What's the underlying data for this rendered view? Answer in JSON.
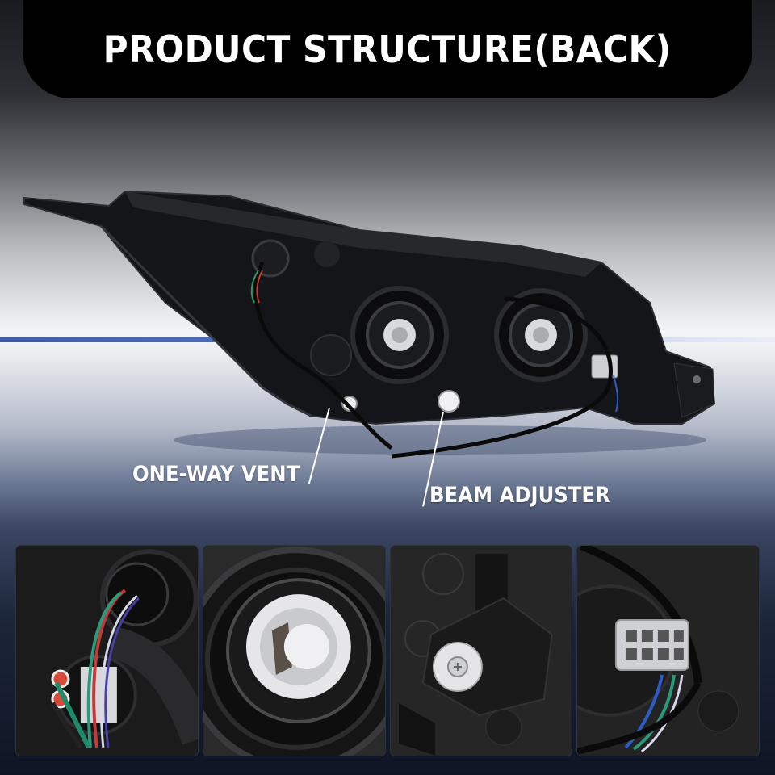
{
  "header": {
    "title": "PRODUCT STRUCTURE(BACK)"
  },
  "product": {
    "subject": "headlight-assembly-rear-view",
    "callouts": [
      {
        "id": "one-way-vent",
        "label": "ONE-WAY VENT"
      },
      {
        "id": "beam-adjuster",
        "label": "BEAM ADJUSTER"
      }
    ]
  },
  "detail_thumbnails": [
    {
      "id": "bulb-socket-wiring",
      "subject": "bulb socket with colored wires"
    },
    {
      "id": "bulb-holder",
      "subject": "circular bulb holder seal"
    },
    {
      "id": "beam-adjuster-screw",
      "subject": "beam adjuster screw"
    },
    {
      "id": "wire-connector",
      "subject": "8-pin wiring connector"
    }
  ],
  "colors": {
    "header_bg": "#000000",
    "header_text": "#ffffff",
    "label_text": "#ffffff",
    "accent_blue": "#3c63b8"
  }
}
